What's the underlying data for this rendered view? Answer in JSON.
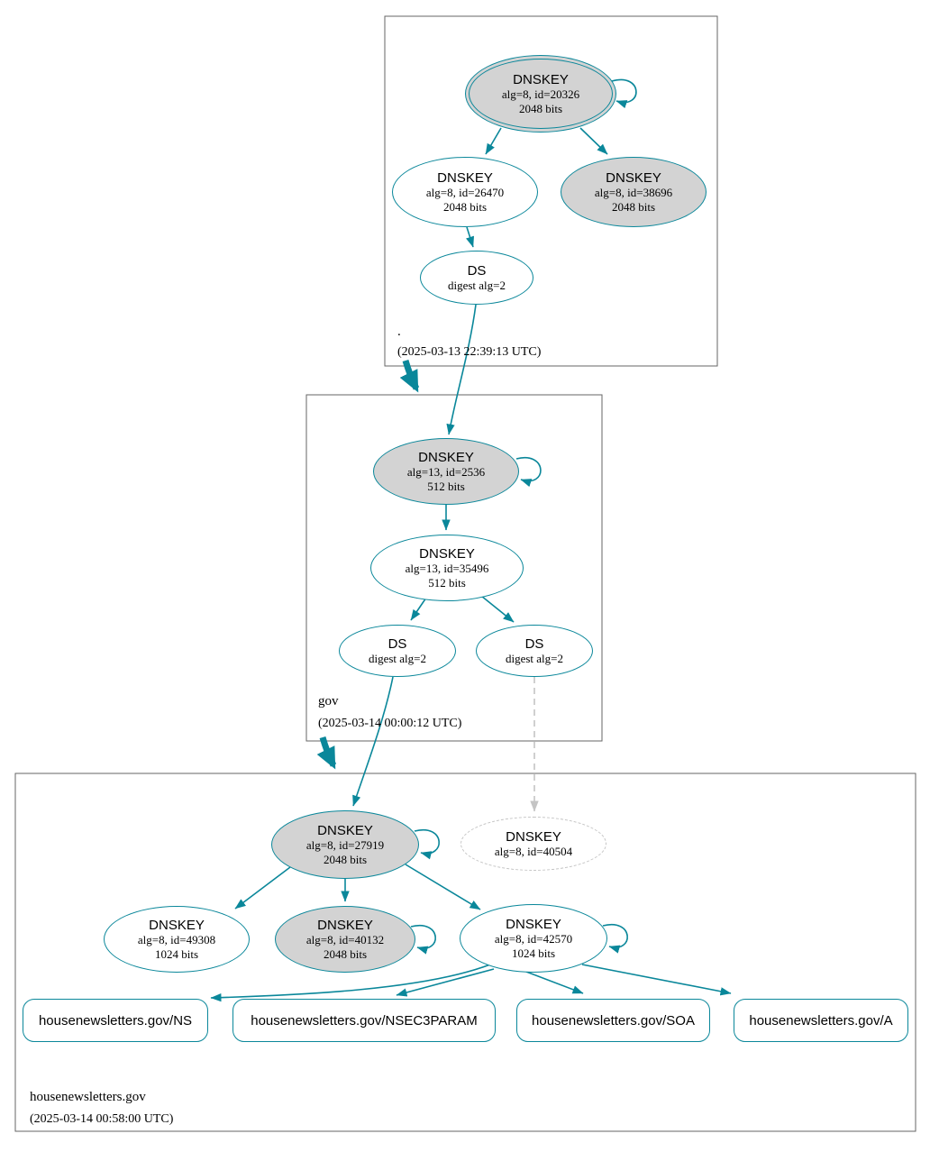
{
  "diagram_type": "dnssec-authentication-chain",
  "colors": {
    "secure_edge": "#0a879a",
    "ksk_fill": "#d3d3d3",
    "missing_key_stroke": "#c4c4c4",
    "zone_border": "#666666"
  },
  "zones": {
    "root": {
      "name": ".",
      "timestamp": "(2025-03-13 22:39:13 UTC)",
      "nodes": {
        "ksk": {
          "title": "DNSKEY",
          "meta": "alg=8, id=20326",
          "bits": "2048 bits"
        },
        "zsk": {
          "title": "DNSKEY",
          "meta": "alg=8, id=26470",
          "bits": "2048 bits"
        },
        "key2": {
          "title": "DNSKEY",
          "meta": "alg=8, id=38696",
          "bits": "2048 bits"
        },
        "ds": {
          "title": "DS",
          "meta": "digest alg=2"
        }
      }
    },
    "gov": {
      "name": "gov",
      "timestamp": "(2025-03-14 00:00:12 UTC)",
      "nodes": {
        "ksk": {
          "title": "DNSKEY",
          "meta": "alg=13, id=2536",
          "bits": "512 bits"
        },
        "zsk": {
          "title": "DNSKEY",
          "meta": "alg=13, id=35496",
          "bits": "512 bits"
        },
        "ds1": {
          "title": "DS",
          "meta": "digest alg=2"
        },
        "ds2": {
          "title": "DS",
          "meta": "digest alg=2"
        }
      }
    },
    "housenewsletters": {
      "name": "housenewsletters.gov",
      "timestamp": "(2025-03-14 00:58:00 UTC)",
      "nodes": {
        "ksk": {
          "title": "DNSKEY",
          "meta": "alg=8, id=27919",
          "bits": "2048 bits"
        },
        "missing": {
          "title": "DNSKEY",
          "meta": "alg=8, id=40504"
        },
        "zsk1": {
          "title": "DNSKEY",
          "meta": "alg=8, id=49308",
          "bits": "1024 bits"
        },
        "zsk2": {
          "title": "DNSKEY",
          "meta": "alg=8, id=40132",
          "bits": "2048 bits"
        },
        "zsk3": {
          "title": "DNSKEY",
          "meta": "alg=8, id=42570",
          "bits": "1024 bits"
        },
        "rrsets": [
          {
            "label": "housenewsletters.gov/NS"
          },
          {
            "label": "housenewsletters.gov/NSEC3PARAM"
          },
          {
            "label": "housenewsletters.gov/SOA"
          },
          {
            "label": "housenewsletters.gov/A"
          }
        ]
      }
    }
  }
}
